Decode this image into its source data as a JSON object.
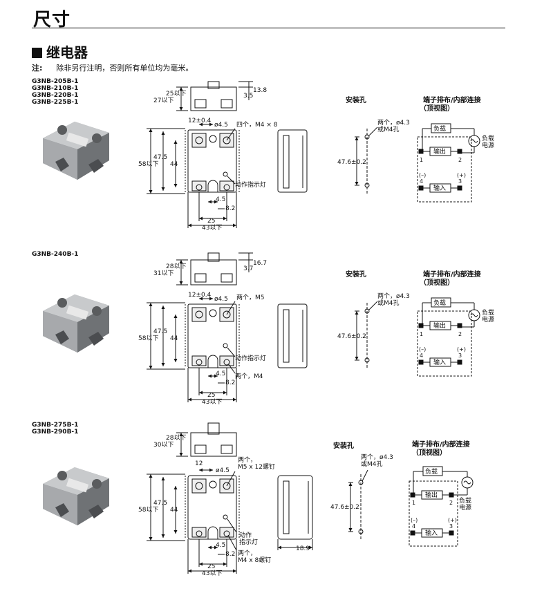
{
  "page_title": "尺寸",
  "section_title": "继电器",
  "note": {
    "label": "注:",
    "text": "除非另行注明，否则所有单位均为毫米。"
  },
  "labels": {
    "mount_hole": "安装孔",
    "terminal_title_1": "端子排布/内部连接",
    "terminal_title_2": "（顶视图）",
    "load": "负载",
    "load_power_1": "负载",
    "load_power_2": "电源",
    "output": "输出",
    "input": "输入",
    "minus": "(–)",
    "plus": "(+)",
    "t1": "1",
    "t2": "2",
    "t3": "3",
    "t4": "4",
    "two_holes": "两个，ø4.3",
    "or_m4": "或M4孔",
    "pitch": "47.6±0.2",
    "dim_25": "25",
    "dim_43": "43以下",
    "dim_58": "58以下",
    "dim_475": "47.5",
    "dim_44": "44",
    "dim_45": "4.5",
    "dim_82": "8.2",
    "dim_o45": "ø4.5",
    "dim_12": "12",
    "dim_1204": "12±0.4",
    "indicator": "动作指示灯",
    "indicator_a": "动作",
    "indicator_b": "指示灯"
  },
  "products": [
    {
      "models": [
        "G3NB-205B-1",
        "G3NB-210B-1",
        "G3NB-220B-1",
        "G3NB-225B-1"
      ],
      "side_top": "25以下",
      "side_total": "27以下",
      "side_right_a": "13.8",
      "side_right_b": "3.5",
      "screw_note": "四个，M4 × 8"
    },
    {
      "models": [
        "G3NB-240B-1"
      ],
      "side_top": "28以下",
      "side_total": "31以下",
      "side_right_a": "16.7",
      "side_right_b": "3.7",
      "screw_note": "两个，M5",
      "screw_note_2": "两个，M4"
    },
    {
      "models": [
        "G3NB-275B-1",
        "G3NB-290B-1"
      ],
      "side_top": "28以下",
      "side_total": "30以下",
      "screw_note_a": "两个，",
      "screw_note_b": "M5 x 12螺钉",
      "screw_note_2a": "两个，",
      "screw_note_2b": "M4 x 8螺钉",
      "end_width": "18.9"
    }
  ]
}
